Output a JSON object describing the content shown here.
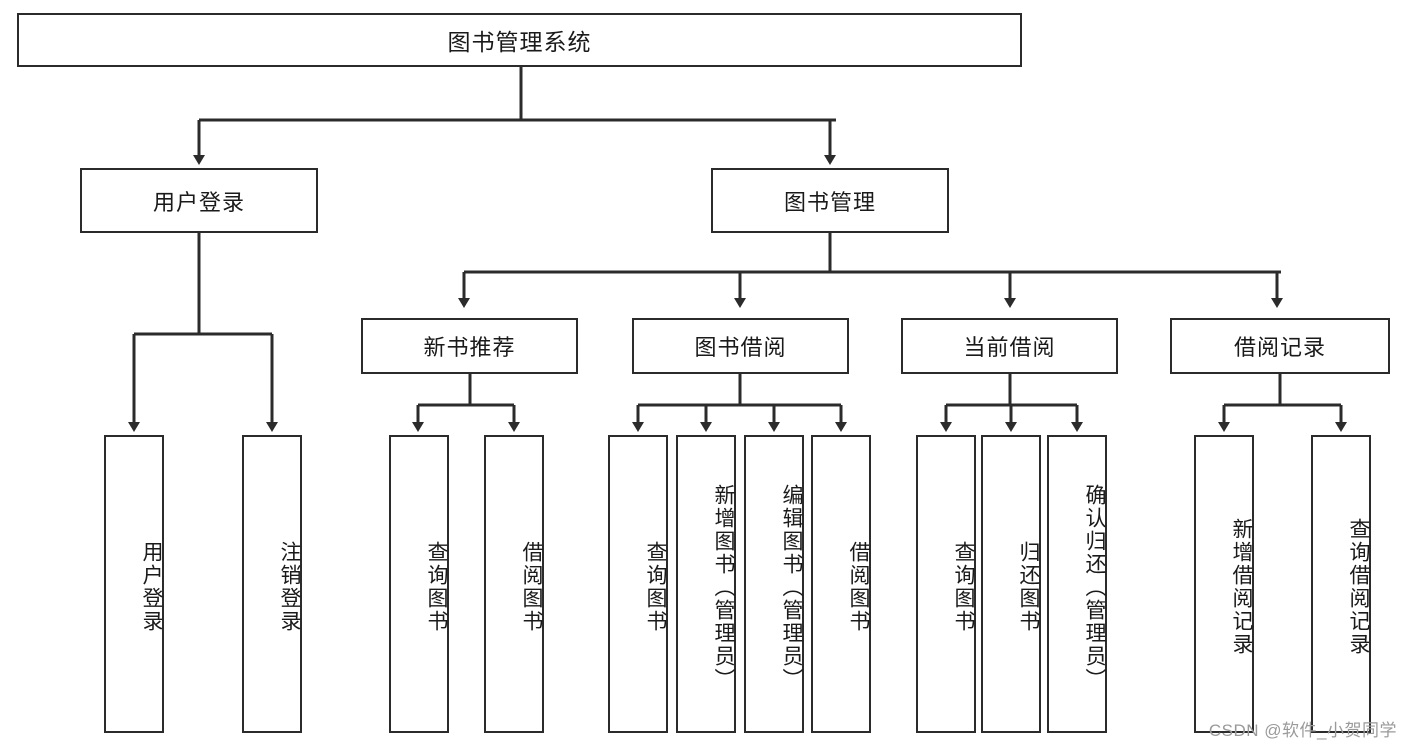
{
  "diagram": {
    "title": "图书管理系统",
    "type": "function-structure-tree",
    "colors": {
      "stroke": "#2b2b2b",
      "box_fill": "#ffffff",
      "text": "#1a1a1a",
      "watermark": "#9a9a9a",
      "background": "#ffffff"
    },
    "root": {
      "label": "图书管理系统"
    },
    "level2": [
      {
        "label": "用户登录"
      },
      {
        "label": "图书管理"
      }
    ],
    "level3": [
      {
        "label": "新书推荐"
      },
      {
        "label": "图书借阅"
      },
      {
        "label": "当前借阅"
      },
      {
        "label": "借阅记录"
      }
    ],
    "leaves": {
      "user_login": [
        {
          "label": "用户登录"
        },
        {
          "label": "注销登录"
        }
      ],
      "new_book_recommend": [
        {
          "label": "查询图书"
        },
        {
          "label": "借阅图书"
        }
      ],
      "book_borrow": [
        {
          "label": "查询图书"
        },
        {
          "label": "新增图书（管理员）"
        },
        {
          "label": "编辑图书（管理员）"
        },
        {
          "label": "借阅图书"
        }
      ],
      "current_borrow": [
        {
          "label": "查询图书"
        },
        {
          "label": "归还图书"
        },
        {
          "label": "确认归还（管理员）"
        }
      ],
      "borrow_record": [
        {
          "label": "新增借阅记录"
        },
        {
          "label": "查询借阅记录"
        }
      ]
    },
    "watermark": "CSDN @软件_小贺同学"
  }
}
